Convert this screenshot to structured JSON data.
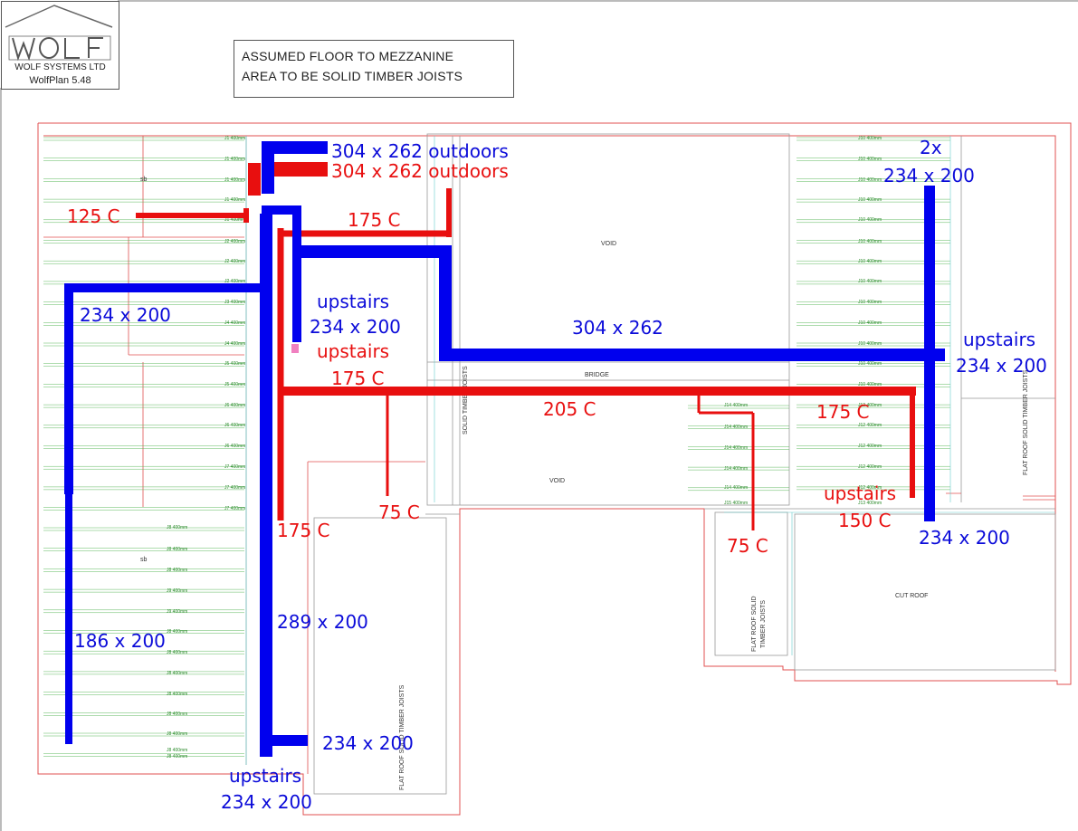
{
  "logo": {
    "mark": "wolf",
    "company": "WOLF SYSTEMS LTD",
    "version": "WolfPlan 5.48"
  },
  "note": {
    "line1": "ASSUMED FLOOR TO MEZZANINE",
    "line2": "AREA TO BE SOLID TIMBER JOISTS"
  },
  "plan_labels": {
    "void_top": "VOID",
    "void_bottom": "VOID",
    "bridge": "BRIDGE",
    "cut_roof": "CUT ROOF",
    "solid_timber_joists": "SOLID TIMBER JOISTS",
    "flat_roof_right": "FLAT ROOF SOLID TIMBER JOISTS",
    "flat_roof_mid_1": "FLAT ROOF SOLID",
    "flat_roof_mid_2": "TIMBER JOISTS",
    "flat_roof_bottom": "FLAT ROOF SOLID TIMBER JOISTS",
    "sb": "sb"
  },
  "joists": {
    "j1": "J1 400mm",
    "j2": "J2 400mm",
    "j3": "J3 400mm",
    "j4": "J4 400mm",
    "j5": "J5 400mm",
    "j6": "J6 400mm",
    "j7": "J7 400mm",
    "j8": "J8 400mm",
    "j9": "J9 400mm",
    "j10": "J10 400mm",
    "j12": "J12 400mm",
    "j13": "J13 400mm",
    "j14": "J14 400mm",
    "j15": "J15 400mm"
  },
  "ducts": {
    "outdoors_blue": "304 x 262 outdoors",
    "outdoors_red": "304 x 262 outdoors",
    "twox": "2x",
    "top_right": "234 x 200",
    "c125": "125 C",
    "c175_top": "175 C",
    "left_234": "234 x 200",
    "upstairs_mid": "upstairs",
    "mid_234": "234 x 200",
    "main_304": "304 x 262",
    "upstairs_right": "upstairs",
    "right_234": "234 x 200",
    "upstairs_red": "upstairs",
    "c175_mid": "175 C",
    "c205": "205 C",
    "c175_right": "175 C",
    "upstairs_red_right": "upstairs",
    "c150": "150 C",
    "c75_mid": "75 C",
    "c175_bottom": "175 C",
    "c75_right": "75 C",
    "bottom_right_234": "234 x 200",
    "v289": "289 x 200",
    "v186": "186 x 200",
    "bottom_234": "234 x 200",
    "upstairs_bottom": "upstairs",
    "bottom_upstairs_234": "234 x 200"
  },
  "colors": {
    "supply": "#0000ee",
    "extract": "#e80f0f",
    "wall": "#e05050",
    "joist": "#3aa33a",
    "structure": "#888888"
  }
}
